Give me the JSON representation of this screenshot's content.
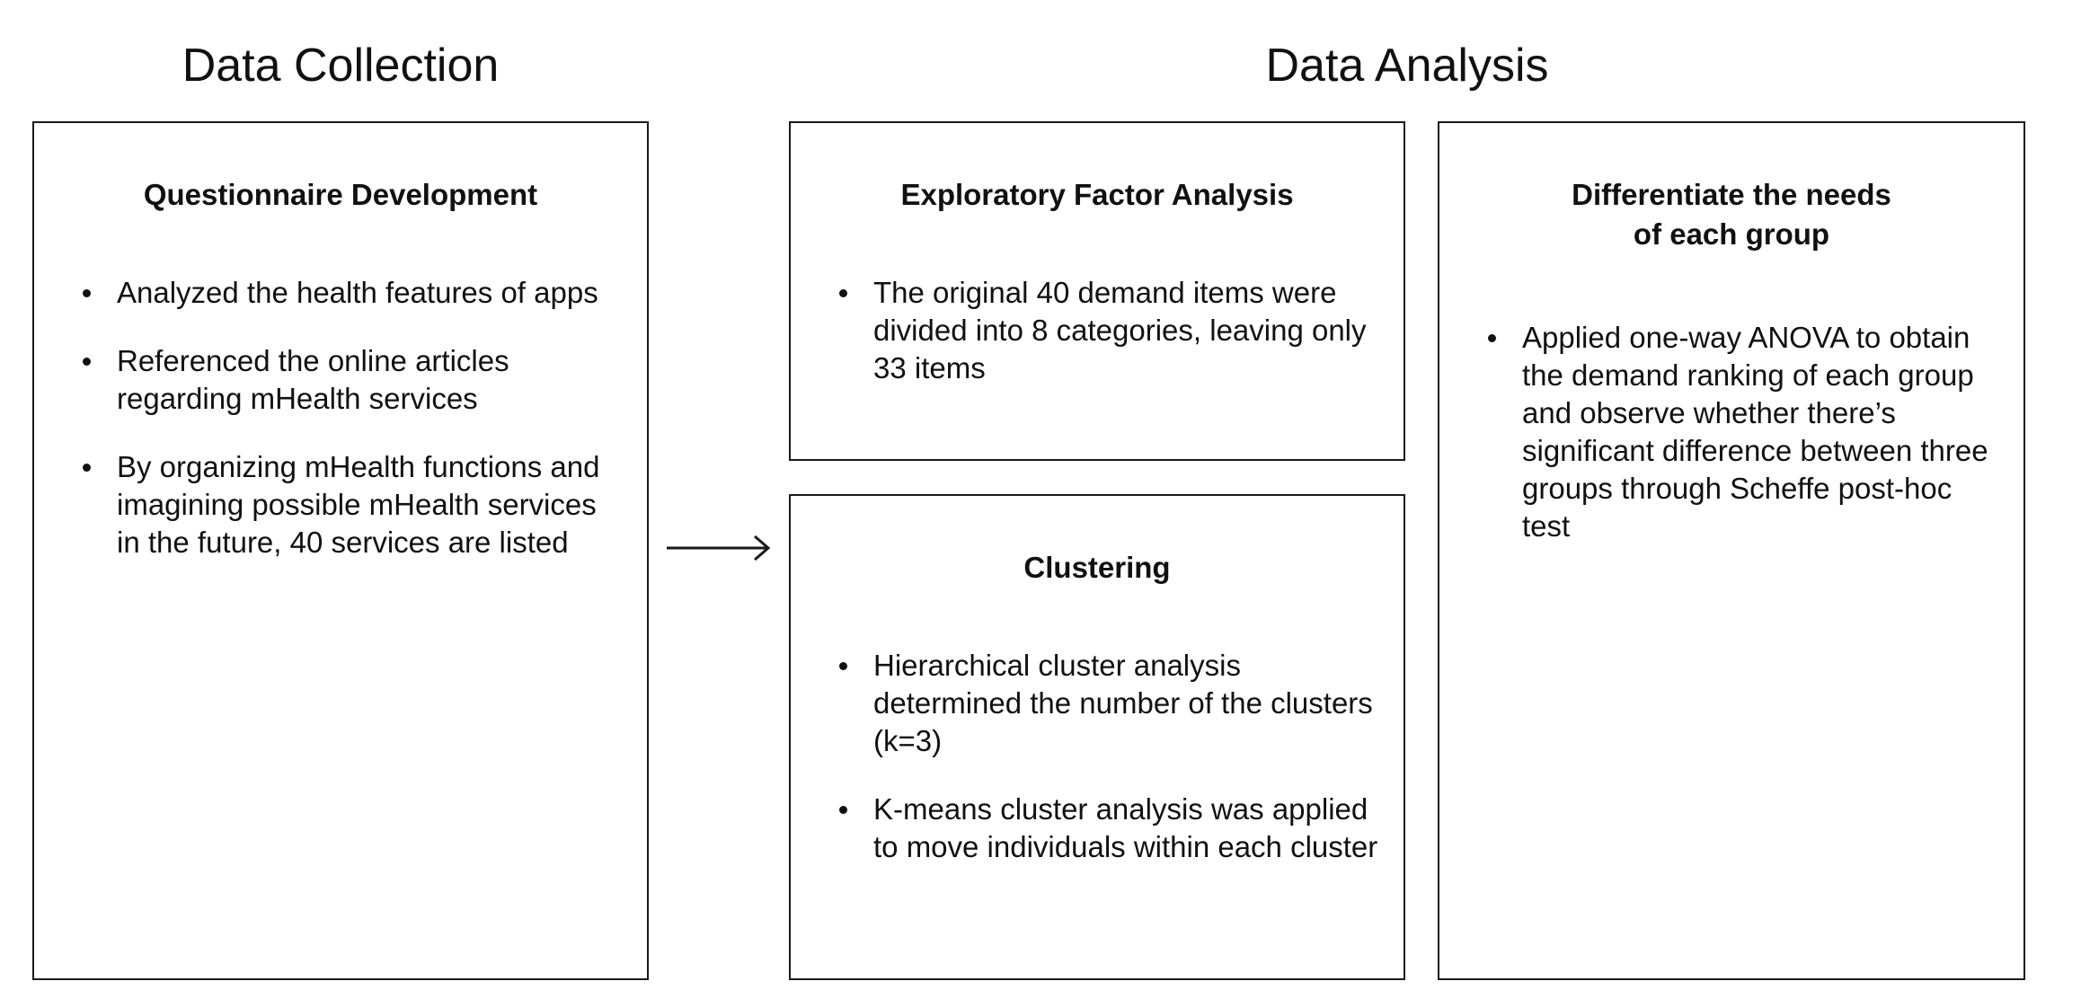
{
  "sections": {
    "collection_title": "Data Collection",
    "analysis_title": "Data Analysis"
  },
  "questionnaire": {
    "title": "Questionnaire Development",
    "bullets": [
      "Analyzed the health features of apps",
      "Referenced the online articles regarding mHealth services",
      "By organizing mHealth functions and imagining possible mHealth services in the future, 40 services are listed"
    ]
  },
  "efa": {
    "title": "Exploratory Factor Analysis",
    "bullets": [
      "The original 40 demand items were divided into 8 categories, leaving only 33 items"
    ]
  },
  "clustering": {
    "title": "Clustering",
    "bullets": [
      "Hierarchical cluster analysis determined the number of the clusters (k=3)",
      "K-means cluster analysis was applied to move individuals within each cluster"
    ]
  },
  "differentiate": {
    "title_line1": "Differentiate the needs",
    "title_line2": "of each group",
    "bullets": [
      "Applied one-way ANOVA to obtain the demand ranking of each group and observe whether there’s significant difference between three groups through Scheffe post-hoc test"
    ]
  },
  "colors": {
    "border": "#1a1a1a",
    "text": "#111111",
    "background": "#ffffff"
  }
}
